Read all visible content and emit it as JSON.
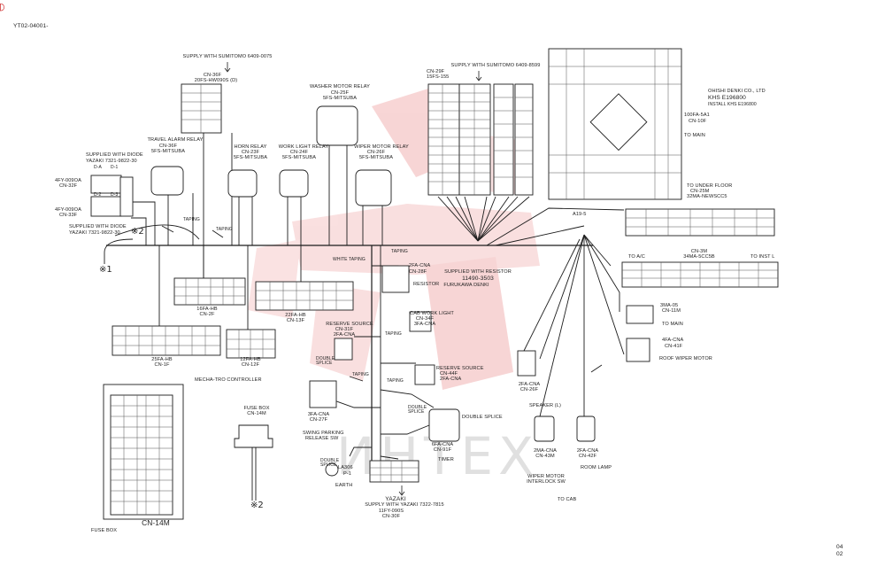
{
  "document": {
    "code": "YT02-04001-",
    "page_number": "04",
    "page_sub": "02"
  },
  "labels": {
    "supply_sumitomo_1": "SUPPLY WITH SUMITOMO 6409-0075",
    "cn36f": "CN-36F",
    "cn36f_type": "20FS-HW090S (D)",
    "washer_relay": "WASHER MOTOR RELAY",
    "cn25f": "CN-25F",
    "cn25f_type": "5FS-MITSUBA",
    "travel_relay": "TRAVEL ALARM RELAY",
    "cn36f_b": "CN-36F",
    "cn36f_b_type": "5FS-MITSUBA",
    "horn_relay": "HORN RELAY",
    "cn23f": "CN-23F",
    "cn23f_type": "5FS-MITSUBA",
    "work_relay": "WORK LIGHT RELAY",
    "cn24f": "CN-24F",
    "cn24f_type": "5FS-MITSUBA",
    "wiper_relay": "WIPER MOTOR RELAY",
    "cn26f": "CN-26F",
    "cn26f_type": "5FS-MITSUBA",
    "diode_supply": "SUPPLIED WITH DIODE",
    "diode_supply_type": "YAZAKI 7321-9822-30",
    "d_a": "D-A",
    "d_1": "D-1",
    "d_2": "D-2",
    "d_3": "D-3",
    "cn32f_type": "4FY-009OA",
    "cn32f": "CN-32F",
    "cn33f_type": "4FY-009OA",
    "cn33f": "CN-33F",
    "diode_supply2": "SUPPLIED WITH DIODE",
    "diode_supply2_type": "YAZAKI 7321-9822-30",
    "mark_2": "※2",
    "mark_1": "※1",
    "mark_2b": "※2",
    "taping_1": "TAPING",
    "taping_2": "TAPING",
    "taping_3": "TAPING",
    "taping_4": "TAPING",
    "taping_5": "TAPING",
    "taping_6": "TAPING",
    "white_taping": "WHITE TAPING",
    "cn29f": "CN-29F",
    "cn29f_type": "15FS-155",
    "supply_sumitomo_2": "SUPPLY WITH SUMITOMO 6409-8599",
    "ohishi": "OHISHI DENKI CO., LTD",
    "khs": "KHS E196800",
    "install": "INSTALL KHS E196800",
    "cn10f_type": "100FA-5A1",
    "cn10f": "CN-10F",
    "to_main_1": "TO MAIN",
    "to_under_floor": "TO UNDER FLOOR",
    "cn25m": "CN-25M",
    "cn25m_type": "32MA-NEWSCC5",
    "a19": "A19-5",
    "cn3m": "CN-3M",
    "cn3m_type": "34MA-5CC5B",
    "to_ac": "TO A/C",
    "to_inst": "TO INST L",
    "cn28f_type": "2FA-CNA",
    "cn28f": "CN-28F",
    "resistor": "RESISTOR",
    "resistor_supply": "SUPPLIED WITH RESISTOR",
    "resistor_num": "11490-3503",
    "furukawa": "FURUKAWA DENKI",
    "cn2f_type": "16FA-HB",
    "cn2f": "CN-2F",
    "cn13f_type": "22FA-HB",
    "cn13f": "CN-13F",
    "cn1f_type": "25FA-HB",
    "cn1f": "CN-1F",
    "cn12f_type": "12FA-HB",
    "cn12f": "CN-12F",
    "mecha": "MECHA-TRO CONTROLLER",
    "cab_light": "CAB WORK LIGHT",
    "cn34f": "CN-34F",
    "cn34f_type": "3FA-CNA",
    "reserve_1": "RESERVE SOURCE",
    "cn31f": "CN-31F",
    "cn31f_type": "2FA-CNA",
    "double_splice_1": "DOUBLE SPLICE",
    "reserve_2": "RESERVE SOURCE",
    "cn44f": "CN-44F",
    "cn44f_type": "2FA-CNA",
    "cn27f_type": "3FA-CNA",
    "cn27f": "CN-27F",
    "swing": "SWING PARKING",
    "swing2": "RELEASE SW",
    "double_splice_2": "DOUBLE SPLICE",
    "double_splice_3": "DOUBLE SPLICE",
    "cn91f_type": "6FA-CNA",
    "cn91f": "CN-91F",
    "timer": "TIMER",
    "la306": "LA306",
    "p1": "P-1",
    "earth": "EARTH",
    "double_splice_4": "DOUBLE SPLICE",
    "yazaki": "YAZAKI",
    "yazaki_supply": "SUPPLY WITH YAZAKI 7322-7815",
    "cn30f_type": "11FY-090S",
    "cn30f": "CN-30F",
    "fuse_box_cn14m": "FUSE BOX",
    "cn14m_small": "CN-14M",
    "cn14m_big": "CN-14M",
    "fuse_box": "FUSE BOX",
    "cn11m_type": "3MA-05",
    "cn11m": "CN-11M",
    "to_main_2": "TO MAIN",
    "cn41f_type": "4FA-CNA",
    "cn41f": "CN-41F",
    "roof_wiper": "ROOF WIPER MOTOR",
    "cn26f_b_type": "2FA-CNA",
    "cn26f_b": "CN-26F",
    "speaker": "SPEAKER (L)",
    "cn43m_type": "2MA-CNA",
    "cn43m": "CN-43M",
    "cn42f_type": "2FA-CNA",
    "cn42f": "CN-42F",
    "room_lamp": "ROOM LAMP",
    "wiper_interlock": "WIPER MOTOR",
    "wiper_interlock2": "INTERLOCK SW",
    "to_cab": "TO CAB"
  },
  "colors": {
    "line": "#1c1c1c",
    "watermark": "#e87878",
    "watermark_grey": "#bdbdbd",
    "logo": "#cc2222"
  },
  "icons": {
    "logo": "red-logo-icon",
    "supply_arrow": "down-arrow-icon"
  }
}
